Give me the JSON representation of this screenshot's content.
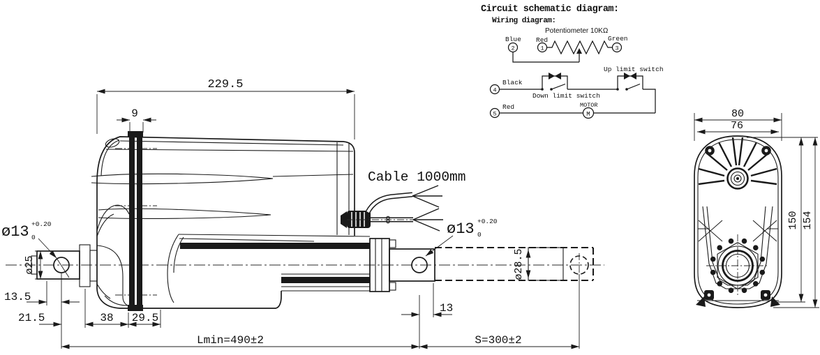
{
  "circuit": {
    "title": "Circuit schematic diagram:",
    "subtitle": "Wiring diagram:",
    "potentiometer": "Potentiometer 10KΩ",
    "labels": {
      "blue": "Blue",
      "red_top": "Red",
      "green": "Green",
      "black": "Black",
      "red_bottom": "Red",
      "up_switch": "Up limit switch",
      "down_switch": "Down limit switch",
      "motor": "MOTOR",
      "motor_symbol": "M"
    },
    "terminals": {
      "n1": "1",
      "n2": "2",
      "n3": "3",
      "n4": "4",
      "n5": "5"
    }
  },
  "side_view": {
    "dims": {
      "overall_length": "229.5",
      "bracket_width": "9",
      "front_hole_dia": "ø13",
      "front_hole_tol_upper": "+0.20",
      "front_hole_tol_lower": "0",
      "clevis_dia": "ø25",
      "offset_13_5": "13.5",
      "offset_21_5": "21.5",
      "offset_38": "38",
      "offset_29_5": "29.5",
      "rear_hole_dia": "ø13",
      "rear_hole_tol_upper": "+0.20",
      "rear_hole_tol_lower": "0",
      "rear_offset_13": "13",
      "rod_dia": "ø28.5",
      "retracted_length": "Lmin=490±2",
      "stroke_length": "S=300±2",
      "cable_label": "Cable 1000mm"
    }
  },
  "end_view": {
    "dims": {
      "outer_width": "80",
      "inner_width": "76",
      "height_150": "150",
      "height_154": "154"
    }
  }
}
